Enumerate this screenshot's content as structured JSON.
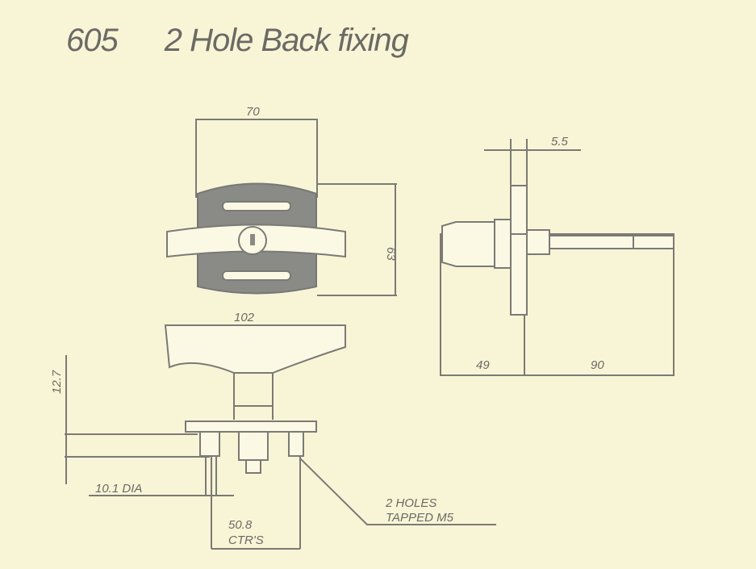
{
  "title": {
    "number": "605",
    "text": "2 Hole Back fixing"
  },
  "dimensions": {
    "width_top": "70",
    "height_front": "63",
    "handle_width": "102",
    "offset": "12.7",
    "shaft_dia": "10.1 DIA",
    "centres_value": "50.8",
    "centres_label": "CTR'S",
    "holes_line1": "2 HOLES",
    "holes_line2": "TAPPED M5",
    "plate_thickness": "5.5",
    "depth_front": "49",
    "depth_back": "90"
  }
}
